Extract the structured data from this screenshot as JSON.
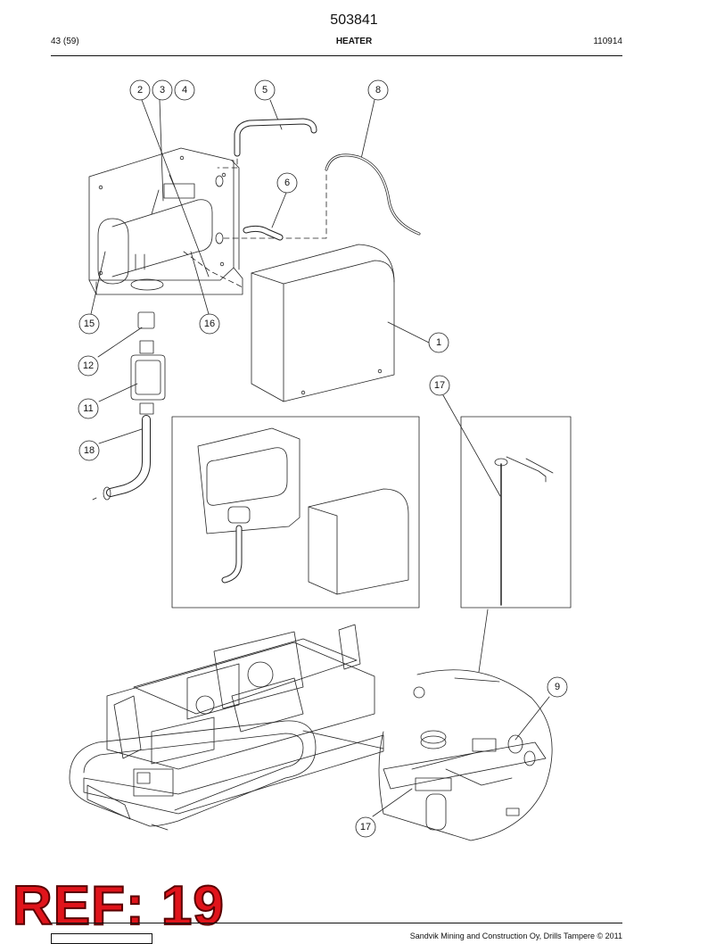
{
  "header": {
    "doc_number": "503841",
    "page": "43 (59)",
    "title": "HEATER",
    "code": "110914"
  },
  "callouts": [
    "2",
    "3",
    "4",
    "5",
    "8",
    "6",
    "15",
    "16",
    "1",
    "12",
    "11",
    "18",
    "17",
    "9",
    "17"
  ],
  "stamp": "REF: 19",
  "footer": {
    "text": "Sandvik Mining and Construction Oy, Drills Tampere © 2011"
  },
  "colors": {
    "stamp_fill": "#e0141b",
    "line": "#222222"
  }
}
